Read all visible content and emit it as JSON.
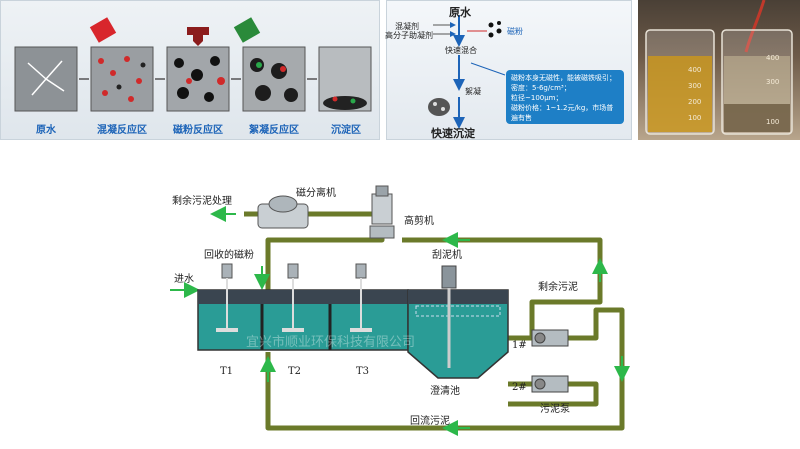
{
  "process_panel": {
    "zones": [
      {
        "label": "原水"
      },
      {
        "label": "混凝反应区"
      },
      {
        "label": "磁粉反应区"
      },
      {
        "label": "絮凝反应区"
      },
      {
        "label": "沉淀区"
      }
    ]
  },
  "mechanism_panel": {
    "raw_water": "原水",
    "coagulant": "混凝剂",
    "flocculant": "高分子助凝剂",
    "magnetic_powder": "磁粉",
    "fast_mixing": "快速混合",
    "flocculation": "絮凝",
    "fast_settling": "快速沉淀",
    "info_lines": [
      "磁粉本身无磁性，能被磁铁吸引；",
      "密度：5-6g/cm³；",
      "粒径~100μm；",
      "磁粉价格：1~1.2元/kg，市场普",
      "遍有售"
    ]
  },
  "beaker_panel": {
    "marks_left": [
      "400",
      "300",
      "200",
      "100"
    ],
    "marks_right": [
      "400",
      "300",
      "100"
    ]
  },
  "flow_diagram": {
    "labels": {
      "sludge_treatment": "剩余污泥处理",
      "magnetic_separator": "磁分离机",
      "high_shear": "高剪机",
      "recovered_powder": "回收的磁粉",
      "inlet": "进水",
      "scraper": "刮泥机",
      "excess_sludge": "剩余污泥",
      "clarifier": "澄清池",
      "sludge_pump": "污泥泵",
      "return_sludge": "回流污泥",
      "t1": "T1",
      "t2": "T2",
      "t3": "T3",
      "pump1": "1#",
      "pump2": "2#"
    },
    "watermark": "宜兴市顺业环保科技有限公司"
  },
  "colors": {
    "pipe": "#6b7a2a",
    "water": "#2a9c96",
    "arrow": "#2db84a",
    "accent": "#1d64b8"
  }
}
